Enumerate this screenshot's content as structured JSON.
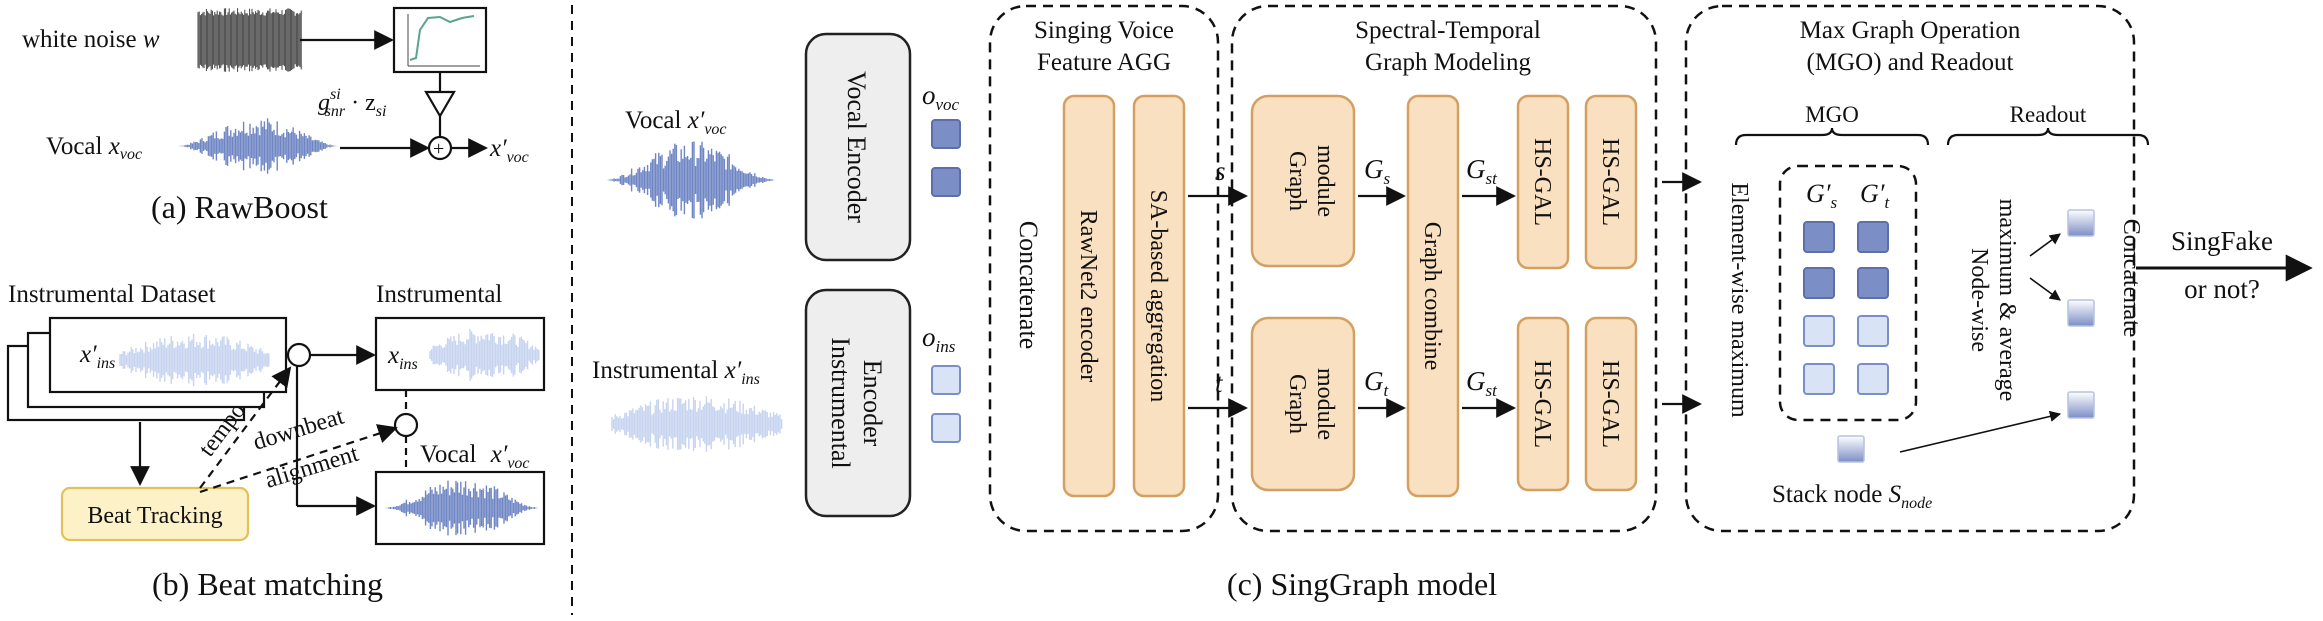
{
  "colors": {
    "orange_fill": "#f9e0c1",
    "orange_stroke": "#d4a062",
    "blue": "#6f86c4",
    "light_blue": "#c7d4f0",
    "beat_box": "#fdf1c8"
  },
  "panel_a": {
    "noise_label": "white noise",
    "noise_var": "w",
    "gain_formula": "g",
    "gain_sup": "si",
    "gain_sub": "snr",
    "gain_rest": " · z",
    "gain_rest_sub": "si",
    "vocal_label": "Vocal",
    "vocal_var": "x",
    "vocal_var_sub": "voc",
    "output_var": "x′",
    "output_var_sub": "voc",
    "plus": "+",
    "caption": "(a) RawBoost"
  },
  "panel_b": {
    "dataset_label": "Instrumental  Dataset",
    "dataset_var": "x′",
    "dataset_var_sub": "ins",
    "instrumental_label": "Instrumental",
    "instrumental_var": "x",
    "instrumental_var_sub": "ins",
    "tempo": "tempo",
    "downbeat": "downbeat",
    "alignment": "alignment",
    "vocal_label": "Vocal",
    "vocal_var": "x′",
    "vocal_var_sub": "voc",
    "beat_tracking": "Beat Tracking",
    "caption": "(b) Beat matching"
  },
  "panel_c": {
    "vocal_input": "Vocal",
    "vocal_input_var": "x′",
    "vocal_input_sub": "voc",
    "instr_input": "Instrumental",
    "instr_input_var": "x′",
    "instr_input_sub": "ins",
    "vocal_encoder": "Vocal Encoder",
    "instr_encoder_line1": "Instrumental",
    "instr_encoder_line2": "Encoder",
    "o_voc": "o",
    "o_voc_sub": "voc",
    "o_ins": "o",
    "o_ins_sub": "ins",
    "concatenate_left": "Concatenate",
    "agg_title_line1": "Singing Voice",
    "agg_title_line2": "Feature AGG",
    "rawnet": "RawNet2 encoder",
    "sa_agg": "SA-based aggregation",
    "s": "s",
    "t": "t",
    "stgm_title_line1": "Spectral-Temporal",
    "stgm_title_line2": "Graph Modeling",
    "graph_module_line1": "Graph",
    "graph_module_line2": "module",
    "gs": "G",
    "gs_sub": "s",
    "gt": "G",
    "gt_sub": "t",
    "gst": "G",
    "gst_sub": "st",
    "graph_combine": "Graph combine",
    "hsgal": "HS-GAL",
    "mgo_title_line1": "Max Graph Operation",
    "mgo_title_line2": "(MGO) and Readout",
    "mgo_label": "MGO",
    "readout_label": "Readout",
    "elementwise": "Element-wise maximum",
    "gs_prime": "G′",
    "gs_prime_sub": "s",
    "gt_prime": "G′",
    "gt_prime_sub": "t",
    "nodewise_line1": "Node-wise",
    "nodewise_line2": "maximum & average",
    "concatenate_right": "Concatenate",
    "stack_node": "Stack node",
    "stack_node_var": "S",
    "stack_node_sub": "node",
    "output_line1": "SingFake",
    "output_line2": "or not?",
    "caption": "(c) SingGraph model"
  }
}
